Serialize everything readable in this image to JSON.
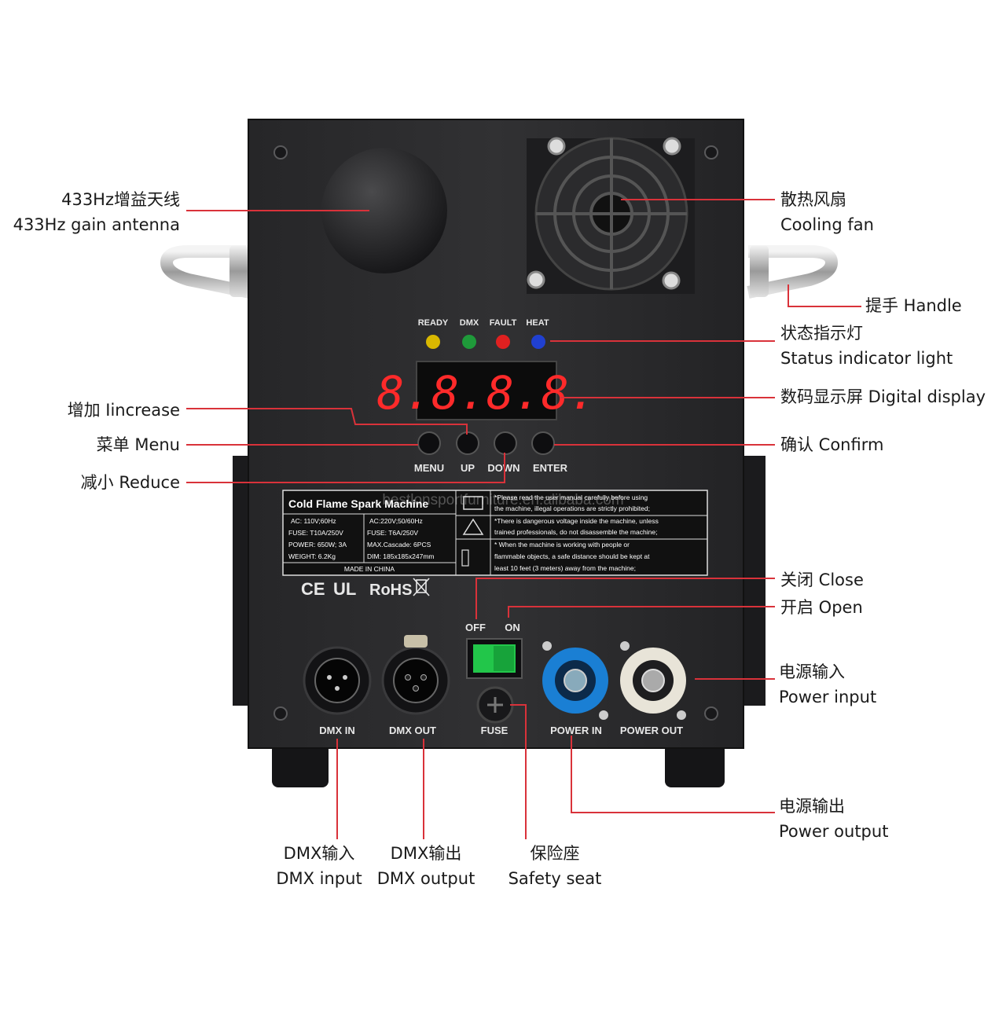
{
  "colors": {
    "callout_line": "#d9323a",
    "body": "#2b2b2d",
    "panel": "#1f1f21",
    "led_ready": "#d9b800",
    "led_dmx": "#1f9a3a",
    "led_fault": "#e02020",
    "led_heat": "#2040d0",
    "switch": "#22c64a",
    "power_in": "#1a7fd4"
  },
  "panel": {
    "indicators": [
      "READY",
      "DMX",
      "FAULT",
      "HEAT"
    ],
    "display": "8.8.8.8.",
    "buttons": [
      "MENU",
      "UP",
      "DOWN",
      "ENTER"
    ],
    "switch": {
      "off": "OFF",
      "on": "ON"
    },
    "ports": [
      "DMX IN",
      "DMX OUT",
      "FUSE",
      "POWER IN",
      "POWER OUT"
    ],
    "certifications": [
      "CE",
      "UL",
      "RoHS"
    ],
    "watermark": "bestlonsportfurniture.en.alibaba.com"
  },
  "nameplate": {
    "title": "Cold Flame Spark Machine",
    "spec_left": [
      "AC: 110V;60Hz",
      "FUSE: T10A/250V",
      "POWER: 650W; 3A",
      "WEIGHT: 6.2Kg"
    ],
    "spec_right": [
      "AC:220V;50/60Hz",
      "FUSE: T6A/250V",
      "MAX.Cascade: 6PCS",
      "DIM: 185x185x247mm"
    ],
    "made_in": "MADE IN CHINA",
    "warnings": [
      "*Please read the user manual carefully before using",
      "the machine, illegal operations are strictly prohibited;",
      "*There is dangerous voltage inside the machine, unless",
      "trained professionals, do not disassemble the machine;",
      "* When the machine is working with people or",
      "flammable objects, a safe distance should be kept at",
      "least 10 feet (3 meters) away from the machine;"
    ]
  },
  "callouts": {
    "antenna": {
      "zh": "433Hz增益天线",
      "en": "433Hz gain antenna"
    },
    "fan": {
      "zh": "散热风扇",
      "en": "Cooling fan"
    },
    "handle": {
      "text": "提手 Handle"
    },
    "status": {
      "zh": "状态指示灯",
      "en": "Status indicator light"
    },
    "display": {
      "text": "数码显示屏 Digital display"
    },
    "increase": {
      "text": "增加 Iincrease"
    },
    "menu": {
      "text": "菜单 Menu"
    },
    "reduce": {
      "text": "减小 Reduce"
    },
    "confirm": {
      "text": "确认 Confirm"
    },
    "close": {
      "text": "关闭 Close"
    },
    "open": {
      "text": "开启 Open"
    },
    "power_input": {
      "zh": "电源输入",
      "en": "Power input"
    },
    "power_output": {
      "zh": "电源输出",
      "en": "Power output"
    },
    "dmx_input": {
      "zh": "DMX输入",
      "en": "DMX input"
    },
    "dmx_output": {
      "zh": "DMX输出",
      "en": "DMX output"
    },
    "safety_seat": {
      "zh": "保险座",
      "en": "Safety seat"
    }
  }
}
